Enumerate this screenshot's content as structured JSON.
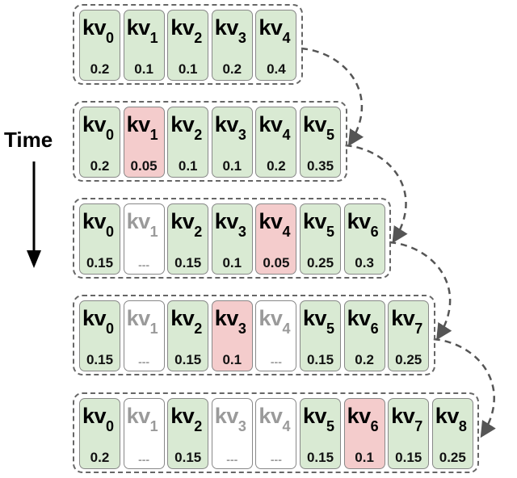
{
  "time_label": "Time",
  "colors": {
    "keep": "#d9ead3",
    "evict": "#f4cccc",
    "gone": "#ffffff"
  },
  "rows": [
    {
      "cells": [
        {
          "label": "kv",
          "sub": "0",
          "value": "0.2",
          "state": "keep"
        },
        {
          "label": "kv",
          "sub": "1",
          "value": "0.1",
          "state": "keep"
        },
        {
          "label": "kv",
          "sub": "2",
          "value": "0.1",
          "state": "keep"
        },
        {
          "label": "kv",
          "sub": "3",
          "value": "0.2",
          "state": "keep"
        },
        {
          "label": "kv",
          "sub": "4",
          "value": "0.4",
          "state": "keep"
        }
      ]
    },
    {
      "cells": [
        {
          "label": "kv",
          "sub": "0",
          "value": "0.2",
          "state": "keep"
        },
        {
          "label": "kv",
          "sub": "1",
          "value": "0.05",
          "state": "evict"
        },
        {
          "label": "kv",
          "sub": "2",
          "value": "0.1",
          "state": "keep"
        },
        {
          "label": "kv",
          "sub": "3",
          "value": "0.1",
          "state": "keep"
        },
        {
          "label": "kv",
          "sub": "4",
          "value": "0.2",
          "state": "keep"
        },
        {
          "label": "kv",
          "sub": "5",
          "value": "0.35",
          "state": "keep"
        }
      ]
    },
    {
      "cells": [
        {
          "label": "kv",
          "sub": "0",
          "value": "0.15",
          "state": "keep"
        },
        {
          "label": "kv",
          "sub": "1",
          "value": "---",
          "state": "gone"
        },
        {
          "label": "kv",
          "sub": "2",
          "value": "0.15",
          "state": "keep"
        },
        {
          "label": "kv",
          "sub": "3",
          "value": "0.1",
          "state": "keep"
        },
        {
          "label": "kv",
          "sub": "4",
          "value": "0.05",
          "state": "evict"
        },
        {
          "label": "kv",
          "sub": "5",
          "value": "0.25",
          "state": "keep"
        },
        {
          "label": "kv",
          "sub": "6",
          "value": "0.3",
          "state": "keep"
        }
      ]
    },
    {
      "cells": [
        {
          "label": "kv",
          "sub": "0",
          "value": "0.15",
          "state": "keep"
        },
        {
          "label": "kv",
          "sub": "1",
          "value": "---",
          "state": "gone"
        },
        {
          "label": "kv",
          "sub": "2",
          "value": "0.15",
          "state": "keep"
        },
        {
          "label": "kv",
          "sub": "3",
          "value": "0.1",
          "state": "evict"
        },
        {
          "label": "kv",
          "sub": "4",
          "value": "---",
          "state": "gone"
        },
        {
          "label": "kv",
          "sub": "5",
          "value": "0.15",
          "state": "keep"
        },
        {
          "label": "kv",
          "sub": "6",
          "value": "0.2",
          "state": "keep"
        },
        {
          "label": "kv",
          "sub": "7",
          "value": "0.25",
          "state": "keep"
        }
      ]
    },
    {
      "cells": [
        {
          "label": "kv",
          "sub": "0",
          "value": "0.2",
          "state": "keep"
        },
        {
          "label": "kv",
          "sub": "1",
          "value": "---",
          "state": "gone"
        },
        {
          "label": "kv",
          "sub": "2",
          "value": "0.15",
          "state": "keep"
        },
        {
          "label": "kv",
          "sub": "3",
          "value": "---",
          "state": "gone"
        },
        {
          "label": "kv",
          "sub": "4",
          "value": "---",
          "state": "gone"
        },
        {
          "label": "kv",
          "sub": "5",
          "value": "0.15",
          "state": "keep"
        },
        {
          "label": "kv",
          "sub": "6",
          "value": "0.1",
          "state": "evict"
        },
        {
          "label": "kv",
          "sub": "7",
          "value": "0.15",
          "state": "keep"
        },
        {
          "label": "kv",
          "sub": "8",
          "value": "0.25",
          "state": "keep"
        }
      ]
    }
  ]
}
